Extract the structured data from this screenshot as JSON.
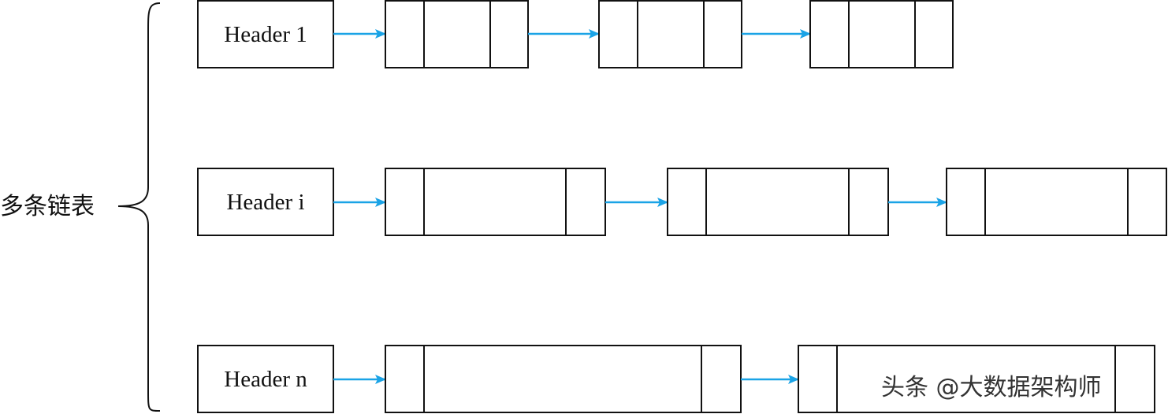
{
  "diagram": {
    "group_label": "多条链表",
    "arrow_color": "#1aa3e6",
    "line_color": "#111111",
    "lists": [
      {
        "header": "Header 1",
        "node_count": 3
      },
      {
        "header": "Header i",
        "node_count": 3
      },
      {
        "header": "Header n",
        "node_count": 2
      }
    ]
  },
  "watermark": {
    "text": "头条 @大数据架构师"
  }
}
